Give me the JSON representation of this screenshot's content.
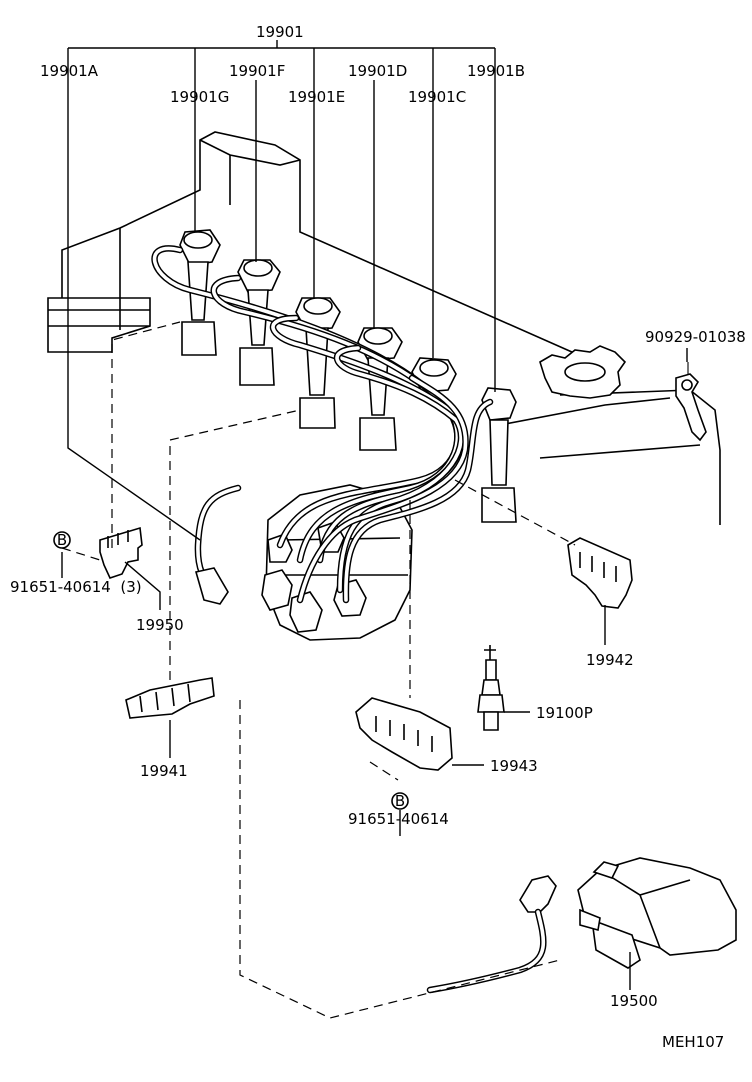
{
  "labels": {
    "main_set": "19901",
    "cord_a": "19901A",
    "cord_f": "19901F",
    "cord_d": "19901D",
    "cord_b": "19901B",
    "cord_g": "19901G",
    "cord_e": "19901E",
    "cord_c": "19901C",
    "bolt_ref": "90929-01038",
    "clamp_bolt_3": "91651-40614  (3)",
    "clamp_bolt": "91651-40614",
    "clamp_19950": "19950",
    "clamp_19942": "19942",
    "clamp_19941": "19941",
    "clamp_19943": "19943",
    "spark_plug": "19100P",
    "ignition_coil": "19500",
    "b_mark_1": "B",
    "b_mark_2": "B",
    "diagram_code": "MEH107"
  }
}
